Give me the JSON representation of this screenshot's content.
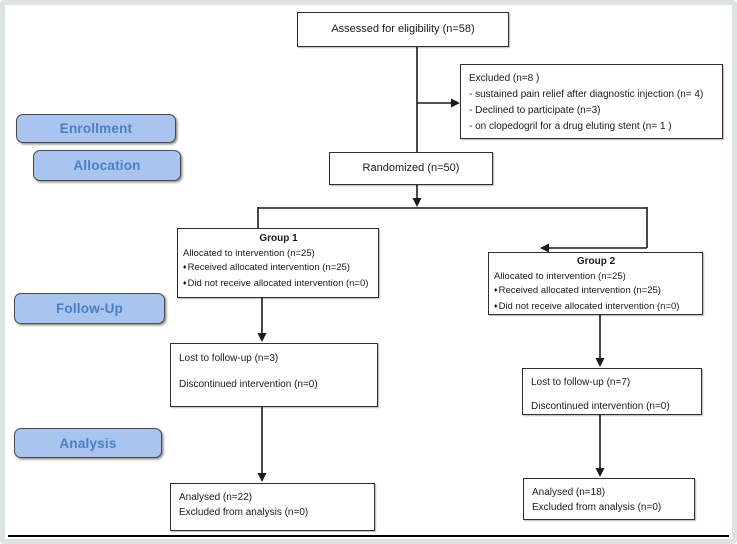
{
  "palette": {
    "frame": "#dde2e3",
    "line": "#1a1a1a",
    "stage_fill": "#a9c4ee",
    "stage_text": "#4b7fc3"
  },
  "glyphs": {
    "bullet": "♦"
  },
  "stages": [
    {
      "id": "enrollment",
      "label": "Enrollment"
    },
    {
      "id": "allocation",
      "label": "Allocation"
    },
    {
      "id": "followup",
      "label": "Follow-Up"
    },
    {
      "id": "analysis",
      "label": "Analysis"
    }
  ],
  "boxes": {
    "assessed": {
      "text": "Assessed for eligibility (n=58)"
    },
    "excluded": {
      "title": "Excluded (n=8 )",
      "items": [
        "- sustained pain relief after diagnostic injection (n= 4)",
        "- Declined to participate (n=3)",
        "- on clopedogril for a drug eluting stent  (n= 1 )"
      ]
    },
    "randomized": {
      "text": "Randomized (n=50)"
    },
    "group1": {
      "title": "Group 1",
      "line1": "Allocated to intervention (n=25)",
      "bullets": [
        "Received allocated intervention (n=25)",
        "Did not receive allocated intervention (n=0)"
      ]
    },
    "group2": {
      "title": "Group 2",
      "line1": "Allocated to intervention (n=25)",
      "bullets": [
        "Received allocated intervention (n=25)",
        "Did not receive allocated intervention  (n=0)"
      ]
    },
    "followup_left": {
      "line1": "Lost to follow-up (n=3)",
      "line2": "Discontinued intervention (n=0)"
    },
    "followup_right": {
      "line1": "Lost to follow-up (n=7)",
      "line2": "Discontinued intervention (n=0)"
    },
    "analysed_left": {
      "line1": "Analysed (n=22)",
      "line2": "Excluded from analysis (n=0)"
    },
    "analysed_right": {
      "line1": "Analysed (n=18)",
      "line2": "Excluded from analysis (n=0)"
    }
  }
}
